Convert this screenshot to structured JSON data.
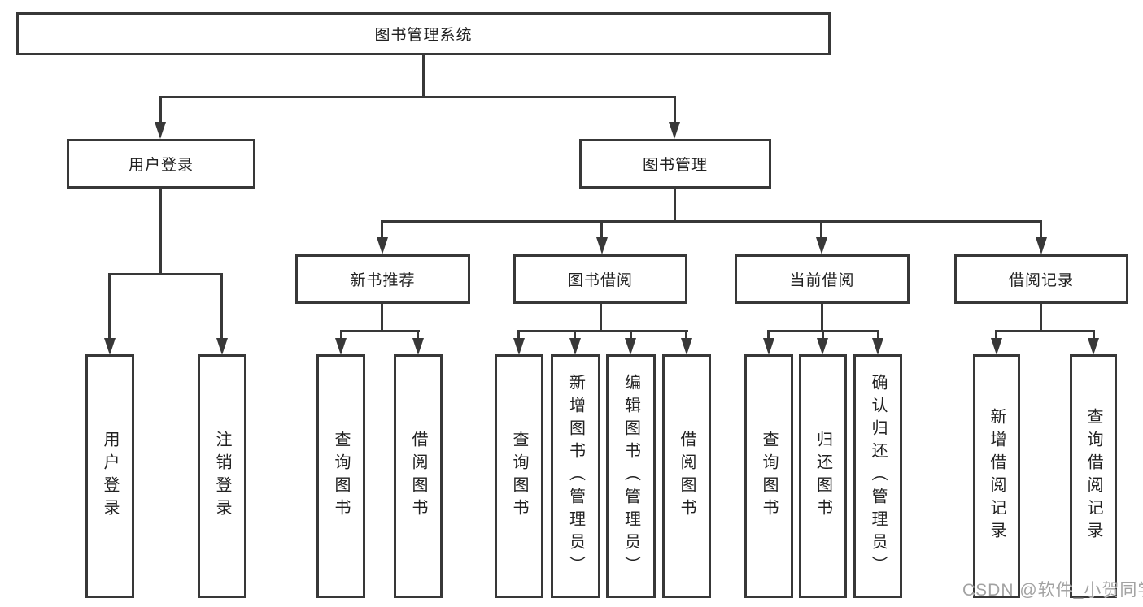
{
  "tree": {
    "root": {
      "label": "图书管理系统"
    },
    "children": [
      {
        "label": "用户登录",
        "children": [
          {
            "label": "用户登录"
          },
          {
            "label": "注销登录"
          }
        ]
      },
      {
        "label": "图书管理",
        "children": [
          {
            "label": "新书推荐",
            "children": [
              {
                "label": "查询图书"
              },
              {
                "label": "借阅图书"
              }
            ]
          },
          {
            "label": "图书借阅",
            "children": [
              {
                "label": "查询图书"
              },
              {
                "label": "新增图书（管理员）"
              },
              {
                "label": "编辑图书（管理员）"
              },
              {
                "label": "借阅图书"
              }
            ]
          },
          {
            "label": "当前借阅",
            "children": [
              {
                "label": "查询图书"
              },
              {
                "label": "归还图书"
              },
              {
                "label": "确认归还（管理员）"
              }
            ]
          },
          {
            "label": "借阅记录",
            "children": [
              {
                "label": "新增借阅记录"
              },
              {
                "label": "查询借阅记录"
              }
            ]
          }
        ]
      }
    ]
  },
  "watermark": "CSDN @软件_小贺同学",
  "colors": {
    "line": "#383838",
    "text": "#212121",
    "background": "#ffffff",
    "watermark": "#9b9b9b"
  }
}
